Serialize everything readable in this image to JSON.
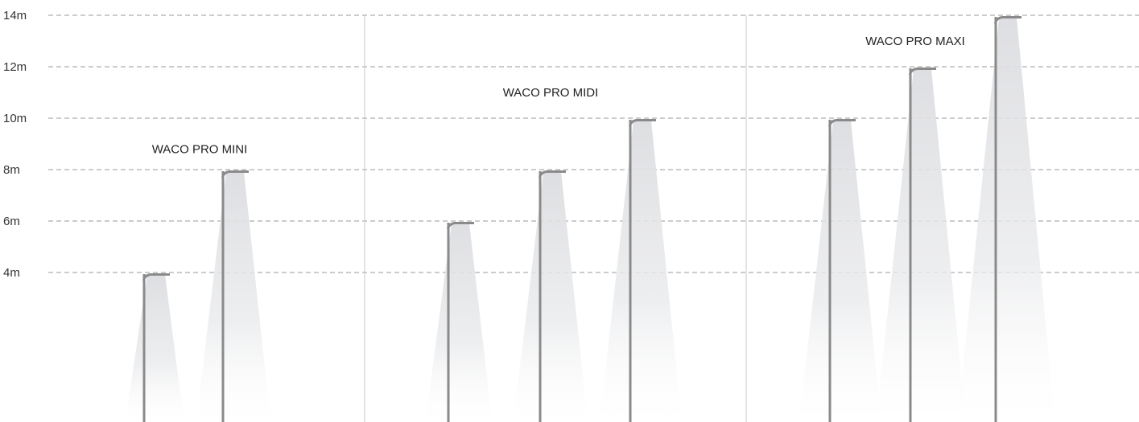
{
  "chart_data": {
    "type": "diagram",
    "y_unit": "m",
    "y_ticks": [
      {
        "value": 14,
        "label": "14m"
      },
      {
        "value": 12,
        "label": "12m"
      },
      {
        "value": 10,
        "label": "10m"
      },
      {
        "value": 8,
        "label": "8m"
      },
      {
        "value": 6,
        "label": "6m"
      },
      {
        "value": 4,
        "label": "4m"
      }
    ],
    "groups": [
      {
        "name": "WACO PRO MINI",
        "label_height": 8.8,
        "poles": [
          4,
          8
        ]
      },
      {
        "name": "WACO PRO MIDI",
        "label_height": 11.0,
        "poles": [
          6,
          8,
          10
        ]
      },
      {
        "name": "WACO PRO MAXI",
        "label_height": 13.0,
        "poles": [
          10,
          12,
          14
        ]
      }
    ],
    "colors": {
      "pole": "#8a8a8a",
      "grid": "#9a9a9a",
      "separator": "#c8c8c8",
      "beam": "#e2e3e6",
      "text": "#333333"
    }
  }
}
